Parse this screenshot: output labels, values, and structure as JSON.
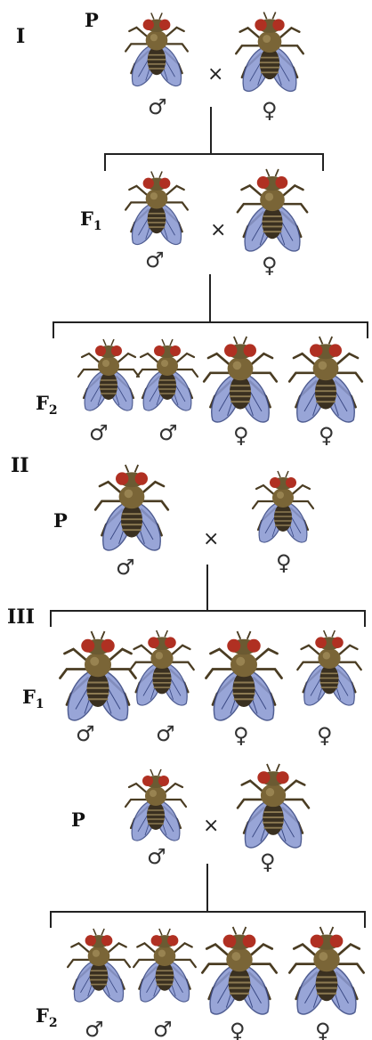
{
  "sections": {
    "s1": {
      "numeral": "I",
      "p_label": "P",
      "f1_label": "F",
      "f1_sub": "1",
      "f2_label": "F",
      "f2_sub": "2"
    },
    "s2": {
      "numeral": "II",
      "p_label": "P"
    },
    "s3": {
      "numeral": "III",
      "f1_label": "F",
      "f1_sub": "1",
      "p_label": "P",
      "f2_label": "F",
      "f2_sub": "2"
    }
  },
  "symbols": {
    "male": "♂",
    "female": "♀",
    "cross": "×"
  },
  "colors": {
    "wing": "#7f8fc9",
    "body": "#6b5a32",
    "eye": "#b03022",
    "line": "#222222"
  },
  "icon": "fruit-fly-icon"
}
